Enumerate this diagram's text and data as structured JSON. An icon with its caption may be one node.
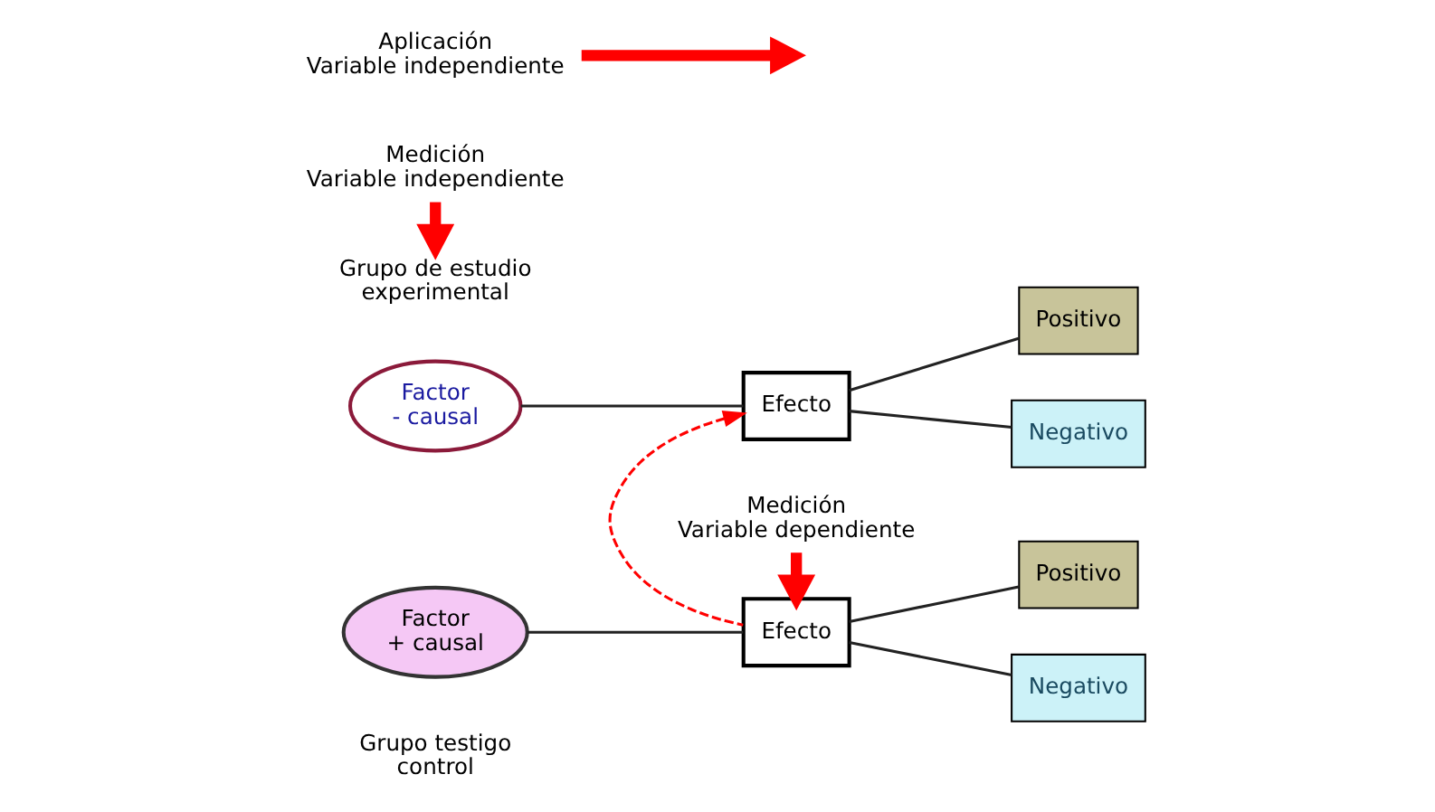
{
  "diagram": {
    "nodes": [
      {
        "text": [
          "Grupo testigo control"
        ]
      },
      {
        "text": [
          "Factor - causal"
        ]
      },
      {
        "text": [
          "Efecto"
        ]
      },
      {
        "text": [
          "Positivo"
        ]
      },
      {
        "text": [
          "Negativo"
        ]
      },
      {
        "text": [
          "Grupo de estudio experimental"
        ]
      },
      {
        "text": [
          "Factor + causal"
        ]
      },
      {
        "text": [
          "Efecto"
        ]
      },
      {
        "text": [
          "Positivo"
        ]
      },
      {
        "text": [
          "Negativo"
        ]
      },
      {
        "text": [
          "Aplicación Variable independiente"
        ]
      },
      {
        "text": [
          "Medición Variable dependiente"
        ]
      },
      {
        "text": [
          "Medición Variable independiente"
        ]
      }
    ],
    "edges": [
      {
        "from": 1,
        "to": 2,
        "arrow": "none"
      },
      {
        "from": 2,
        "to": 3,
        "arrow": "none"
      },
      {
        "from": 2,
        "to": 4,
        "arrow": "none"
      },
      {
        "from": 6,
        "to": 7,
        "arrow": "none"
      },
      {
        "from": 7,
        "to": 8,
        "arrow": "none"
      },
      {
        "from": 7,
        "to": 9,
        "arrow": "none"
      },
      {
        "from": 7,
        "to": 2,
        "arrow": "to",
        "style": "dashed",
        "color": "#ff0000"
      },
      {
        "from": 10,
        "to": null,
        "arrow": "to",
        "style": "thick",
        "color": "#ff0000"
      },
      {
        "from": 11,
        "to": 7,
        "arrow": "to",
        "style": "thick",
        "color": "#ff0000"
      },
      {
        "from": 12,
        "to": 5,
        "arrow": "to",
        "style": "thick",
        "color": "#ff0000"
      }
    ]
  }
}
